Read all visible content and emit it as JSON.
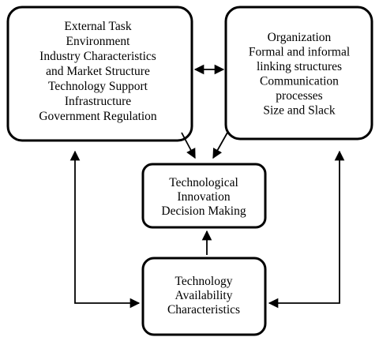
{
  "boxes": {
    "environment": {
      "lines": [
        "External Task",
        "Environment",
        "Industry Characteristics",
        "and Market Structure",
        "Technology Support",
        "Infrastructure",
        "Government Regulation"
      ]
    },
    "organization": {
      "lines": [
        "Organization",
        "Formal and informal",
        "linking structures",
        "Communication",
        "processes",
        "Size and Slack"
      ]
    },
    "innovation": {
      "lines": [
        "Technological",
        "Innovation",
        "Decision Making"
      ]
    },
    "technology": {
      "lines": [
        "Technology",
        "Availability",
        "Characteristics"
      ]
    }
  },
  "colors": {
    "stroke": "#000000",
    "background": "#ffffff"
  }
}
